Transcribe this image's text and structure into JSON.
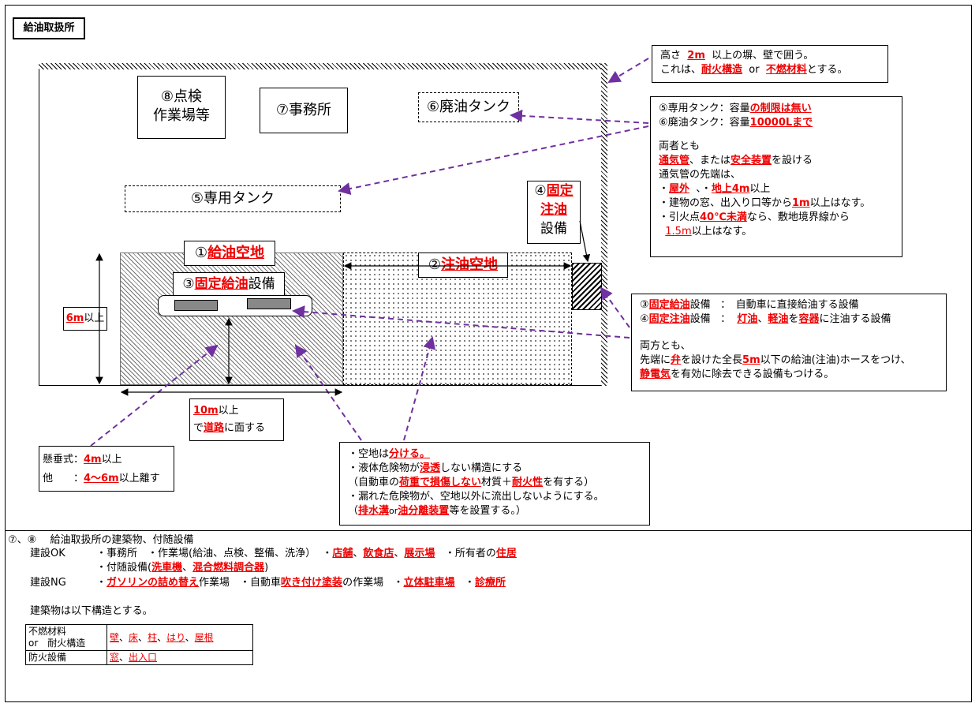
{
  "page_title": "給油取扱所",
  "facility": {
    "inspection": [
      "⑧点検",
      "作業場等"
    ],
    "office": "⑦事務所",
    "waste_tank": "⑥廃油タンク",
    "dedicated_tank": "⑤専用タンク",
    "fixed_refuel": {
      "num": "④",
      "red": "固定",
      "red2": "注油",
      "tail": "設備"
    },
    "refuel_space": {
      "num": "①",
      "red": "給油空地"
    },
    "fixed_pump": {
      "num": "③",
      "red": "固定給油",
      "tail": "設備"
    },
    "oil_space": {
      "num": "②",
      "red": "注油空地"
    },
    "height_label": {
      "red": "6m",
      "tail": "以上"
    },
    "width_label": {
      "red": "10m",
      "tail": "以上",
      "line2_pre": "で",
      "line2_red": "道路",
      "line2_tail": "に面する"
    }
  },
  "wall_note": {
    "l1_pre": "高さ",
    "l1_red": "2m",
    "l1_tail": "以上の塀、壁で囲う。",
    "l2_pre": "これは、",
    "l2_red1": "耐火構造",
    "l2_or": "or",
    "l2_red2": "不燃材料",
    "l2_tail": "とする。"
  },
  "tank_note": {
    "l1_pre": "⑤専用タンク：容量",
    "l1_red": "の制限は無い",
    "l2_pre": "⑥廃油タンク：容量",
    "l2_red": "10000Lまで",
    "l3": "両者とも",
    "l4_red1": "通気管",
    "l4_mid": "、または",
    "l4_red2": "安全装置",
    "l4_tail": "を設ける",
    "l5": "通気管の先端は、",
    "l6_pre": "・",
    "l6_red1": "屋外",
    "l6_mid": "、・",
    "l6_red2": "地上4m",
    "l6_tail": "以上",
    "l7_pre": "・建物の窓、出入り口等から",
    "l7_red": "1m",
    "l7_tail": "以上はなす。",
    "l8_pre": "・引火点",
    "l8_red": "40℃未満",
    "l8_tail": "なら、敷地境界線から",
    "l9_red": "1.5m",
    "l9_tail": "以上はなす。"
  },
  "equip_note": {
    "l1_pre": "③",
    "l1_red": "固定給油",
    "l1_mid": "設備",
    "l1_tail": "：　自動車に直接給油する設備",
    "l2_pre": "④",
    "l2_red": "固定注油",
    "l2_mid": "設備",
    "l2_sep": "：",
    "l2_red2": "灯油",
    "l2_c": "、",
    "l2_red3": "軽油",
    "l2_wo": "を",
    "l2_red4": "容器",
    "l2_tail": "に注油する設備",
    "l3": "両方とも、",
    "l4_pre": "先端に",
    "l4_red1": "弁",
    "l4_mid": "を設けた全長",
    "l4_red2": "5m",
    "l4_tail": "以下の給油(注油)ホースをつけ、",
    "l5_red": "静電気",
    "l5_tail": "を有効に除去できる設備もつける。"
  },
  "hang_note": {
    "l1_pre": "懸垂式：",
    "l1_red": "4m",
    "l1_tail": "以上",
    "l2_pre": "他　　：",
    "l2_red": "4～6m",
    "l2_tail": "以上離す"
  },
  "space_note": {
    "l1_pre": "・空地は",
    "l1_red": "分ける。",
    "l2_pre": "・液体危険物が",
    "l2_red": "浸透",
    "l2_tail": "しない構造にする",
    "l3_pre": "（自動車の",
    "l3_red1": "荷重で損傷しない",
    "l3_mid": "材質＋",
    "l3_red2": "耐火性",
    "l3_tail": "を有する）",
    "l4": "・漏れた危険物が、空地以外に流出しないようにする。",
    "l5_pre": "（",
    "l5_red1": "排水溝",
    "l5_or": "or",
    "l5_red2": "油分離装置",
    "l5_tail": "等を設置する。）"
  },
  "bottom": {
    "heading": "⑦、⑧　 給油取扱所の建築物、付随設備",
    "ok_label": "建設OK",
    "ok_l1": {
      "a": "・事務所　・作業場(給油、点検、整備、洗浄）",
      "b": "・",
      "r1": "店舗",
      "c": "、",
      "r2": "飲食店",
      "d": "、",
      "r3": "展示場",
      "e": "・所有者の",
      "r4": "住居"
    },
    "ok_l2": {
      "a": "・付随設備(",
      "r1": "洗車機",
      "b": "、",
      "r2": "混合燃料調合器",
      "c": ")"
    },
    "ng_label": "建設NG",
    "ng_l1": {
      "a": "・",
      "r1": "ガソリンの詰め替え",
      "b": "作業場　・自動車",
      "r2": "吹き付け塗装",
      "c": "の作業場",
      "d": "・",
      "r3": "立体駐車場",
      "e": "・",
      "r4": "診療所"
    },
    "structure_note": "建築物は以下構造とする。",
    "table": {
      "r1_l1": "不燃材料",
      "r1_l2": "or　耐火構造",
      "r1_val": {
        "a": "壁",
        "b": "、",
        "c": "床",
        "d": "、",
        "e": "柱",
        "f": "、",
        "g": "はり",
        "h": "、",
        "i": "屋根"
      },
      "r2_l": "防火設備",
      "r2_val": {
        "a": "窓",
        "b": "、",
        "c": "出入口"
      }
    }
  },
  "colors": {
    "accent_red": "#e00000",
    "arrow_purple": "#7030a0"
  }
}
